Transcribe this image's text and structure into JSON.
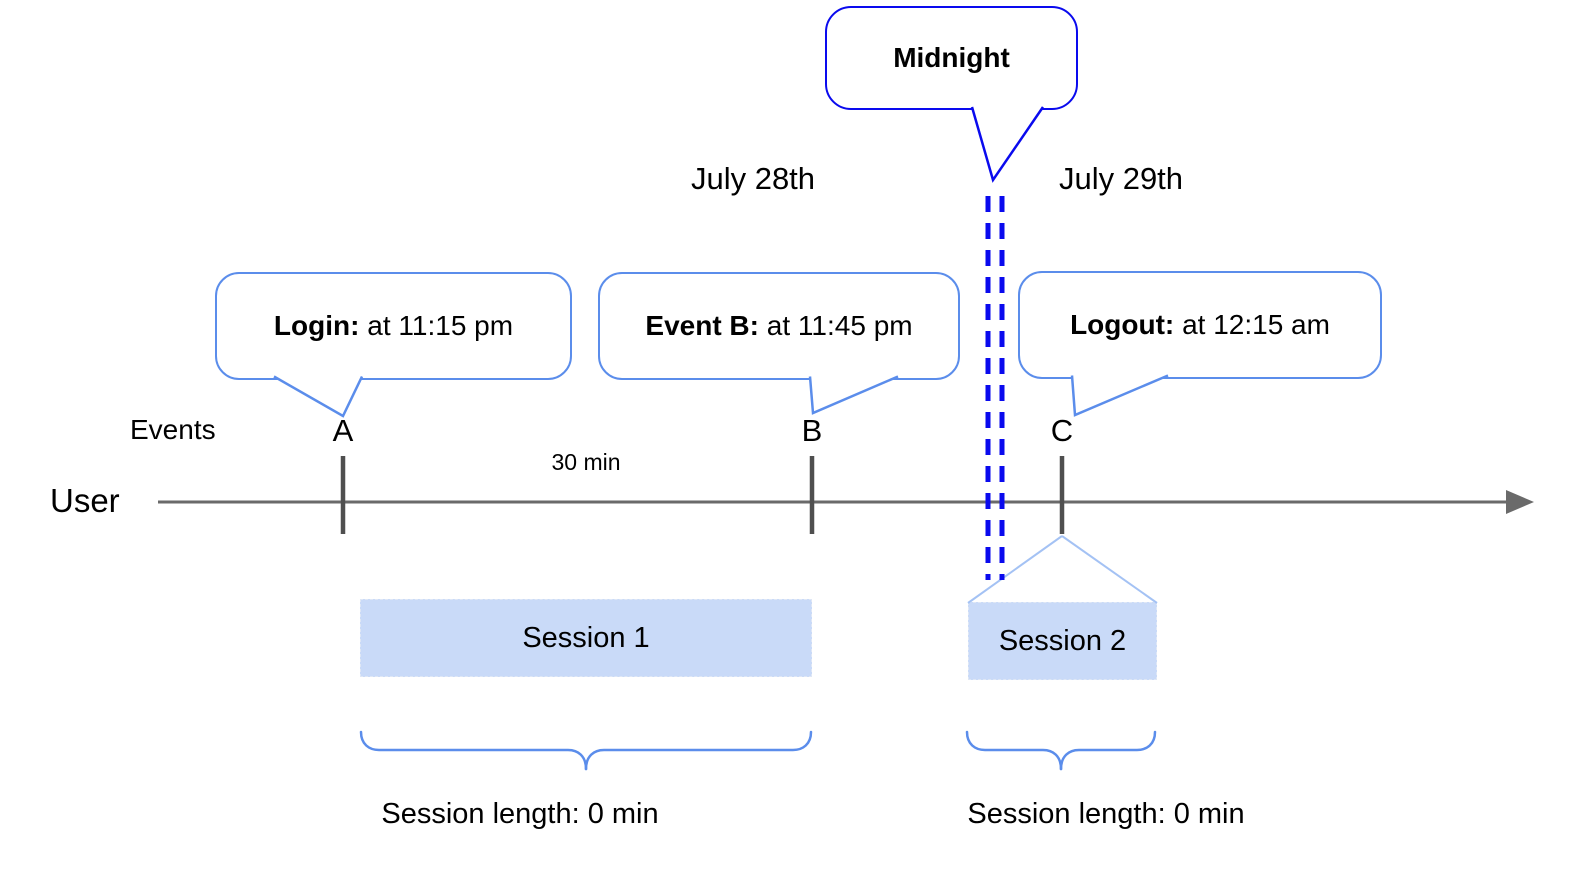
{
  "midnight_bubble": {
    "label": "Midnight"
  },
  "dates": {
    "left_label": "July 28th",
    "right_label": "July 29th"
  },
  "bubbles": {
    "login": {
      "label": "Login:",
      "detail": "at 11:15 pm"
    },
    "event_b": {
      "label": "Event B:",
      "detail": "at 11:45 pm"
    },
    "logout": {
      "label": "Logout:",
      "detail": "at 12:15 am"
    }
  },
  "timeline": {
    "events_label": "Events",
    "user_label": "User",
    "interval_label": "30 min",
    "markers": {
      "a": "A",
      "b": "B",
      "c": "C"
    }
  },
  "sessions": {
    "session1": {
      "label": "Session 1",
      "length_label": "Session length: 0 min"
    },
    "session2": {
      "label": "Session 2",
      "length_label": "Session length: 0 min"
    }
  },
  "colors": {
    "accent_blue": "#5B8DEB",
    "dark_blue": "#0A0AEE",
    "session_fill": "#C9DAF8",
    "funnel_blue": "#A4C2F4",
    "axis_gray": "#6A6A6A",
    "tick_gray": "#4F4F4F",
    "text_black": "#000000"
  }
}
